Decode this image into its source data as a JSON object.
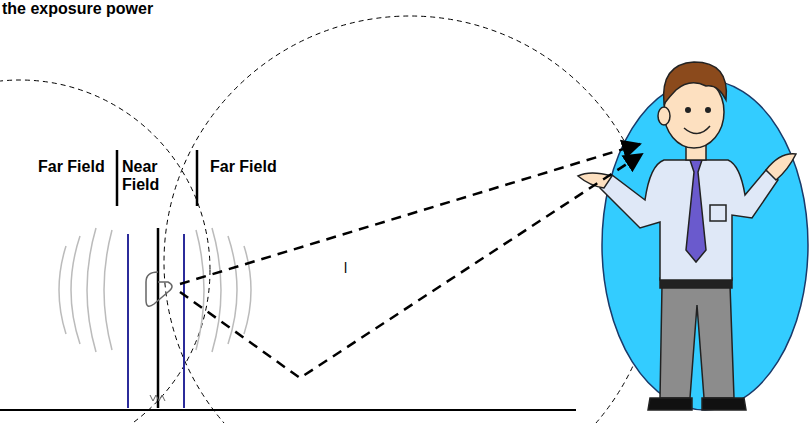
{
  "diagram": {
    "title": "the exposure power",
    "labels": [
      "Far Field",
      "Near Field",
      "Far Field",
      "l"
    ]
  }
}
